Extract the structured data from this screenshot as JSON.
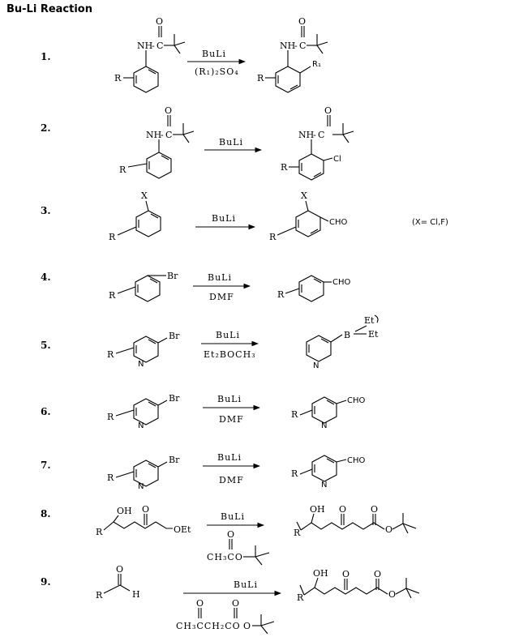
{
  "title": "Bu-Li Reaction",
  "reactions": [
    {
      "number": "1.",
      "reagent_above": "BuLi",
      "reagent_below": "(R₁)₂SO₄"
    },
    {
      "number": "2.",
      "reagent_above": "BuLi",
      "reagent_below": ""
    },
    {
      "number": "3.",
      "reagent_above": "BuLi",
      "reagent_below": "",
      "note": "(X= Cl,F)"
    },
    {
      "number": "4.",
      "reagent_above": "BuLi",
      "reagent_below": "DMF"
    },
    {
      "number": "5.",
      "reagent_above": "BuLi",
      "reagent_below": "Et₂BOCH₃"
    },
    {
      "number": "6.",
      "reagent_above": "BuLi",
      "reagent_below": "DMF"
    },
    {
      "number": "7.",
      "reagent_above": "BuLi",
      "reagent_below": "DMF"
    },
    {
      "number": "8.",
      "reagent_above": "BuLi",
      "reagent_below": "CH₃CO"
    },
    {
      "number": "9.",
      "reagent_above": "BuLi",
      "reagent_below": "CH₃CCH₂CO"
    }
  ],
  "atoms": {
    "R": "R",
    "R1": "R₁",
    "NH": "NH",
    "C": "C",
    "O": "O",
    "dash": "-",
    "Cl": "Cl",
    "X": "X",
    "Br": "Br",
    "CHO": "CHO",
    "N": "N",
    "B": "B",
    "Et": "Et",
    "OH": "OH",
    "OEt": "OEt",
    "H": "H"
  }
}
